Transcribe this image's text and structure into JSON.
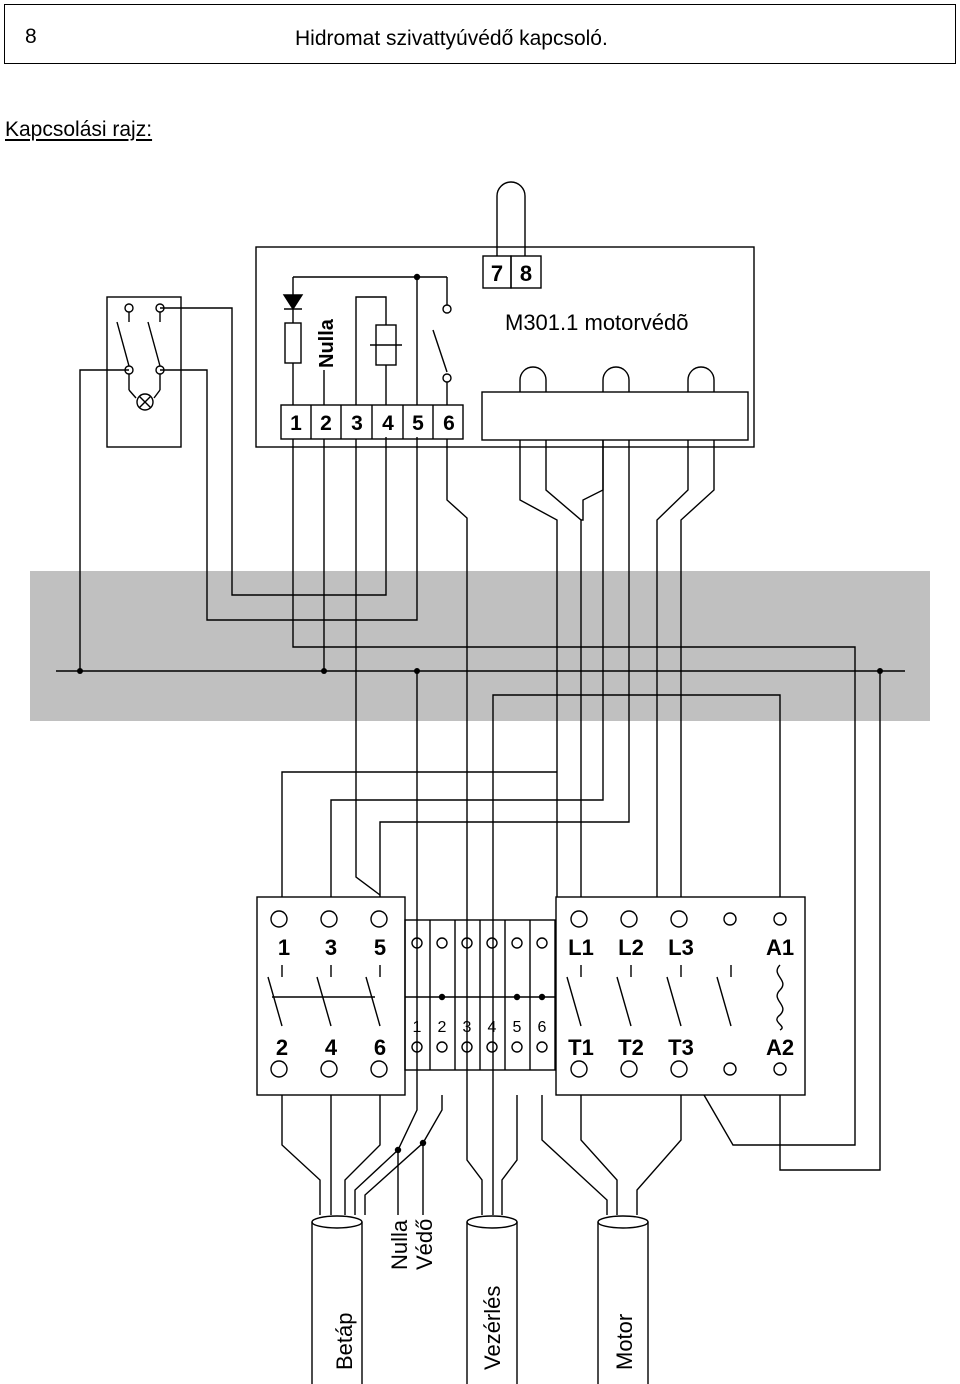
{
  "header": {
    "page_number": "8",
    "title": "Hidromat szivattyúvédő kapcsoló."
  },
  "section": {
    "heading": "Kapcsolási rajz:"
  },
  "motor_protector": {
    "title": "M301.1 motorvédõ",
    "probe_terminals": [
      "7",
      "8"
    ],
    "terminals": [
      "1",
      "2",
      "3",
      "4",
      "5",
      "6"
    ],
    "nulla_label": "Nulla"
  },
  "contactor": {
    "top_labels": [
      "L1",
      "L2",
      "L3",
      "A1"
    ],
    "bottom_labels": [
      "T1",
      "T2",
      "T3",
      "A2"
    ]
  },
  "main_switch": {
    "top_labels": [
      "1",
      "3",
      "5"
    ],
    "bottom_labels": [
      "2",
      "4",
      "6"
    ]
  },
  "terminal_strip": {
    "labels": [
      "1",
      "2",
      "3",
      "4",
      "5",
      "6"
    ]
  },
  "cables": {
    "betap": "Betáp",
    "nulla": "Nulla",
    "vedo": "Védő",
    "vezerles": "Vezérlés",
    "motor": "Motor"
  }
}
